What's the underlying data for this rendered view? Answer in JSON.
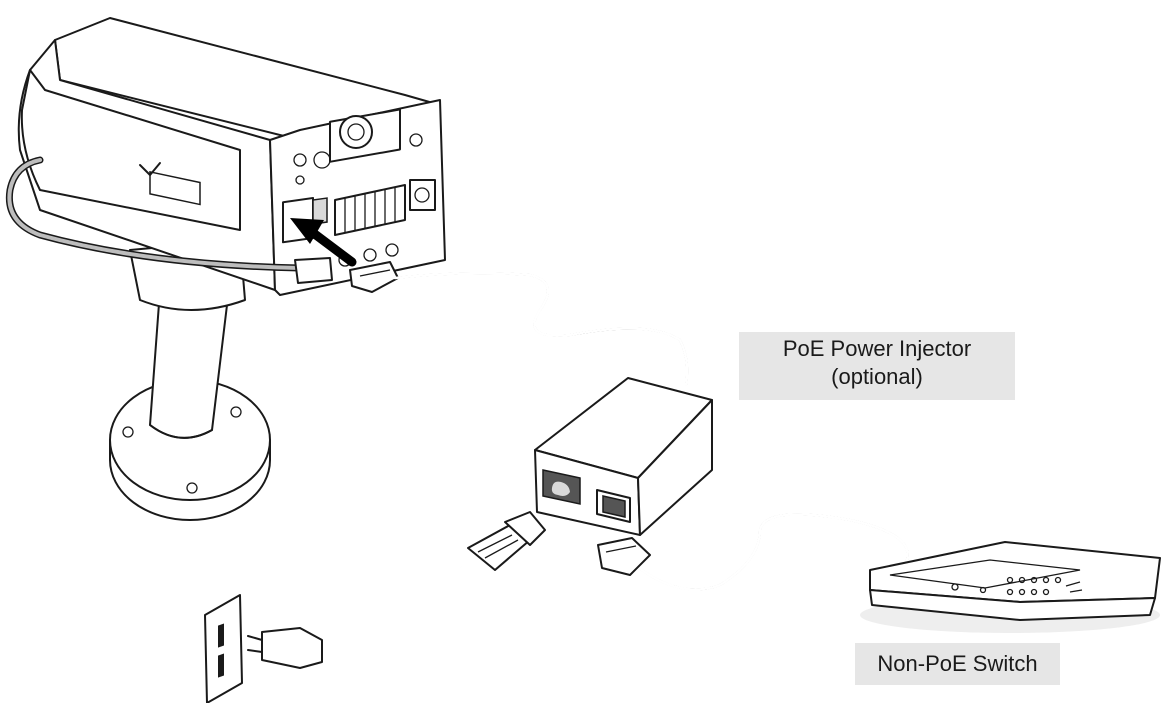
{
  "labels": {
    "injector_line1": "PoE Power Injector",
    "injector_line2": "(optional)",
    "switch": "Non-PoE Switch"
  },
  "colors": {
    "line": "#1a1a1a",
    "label_background": "#e6e6e6",
    "cable_grey": "#bdbdbd"
  }
}
